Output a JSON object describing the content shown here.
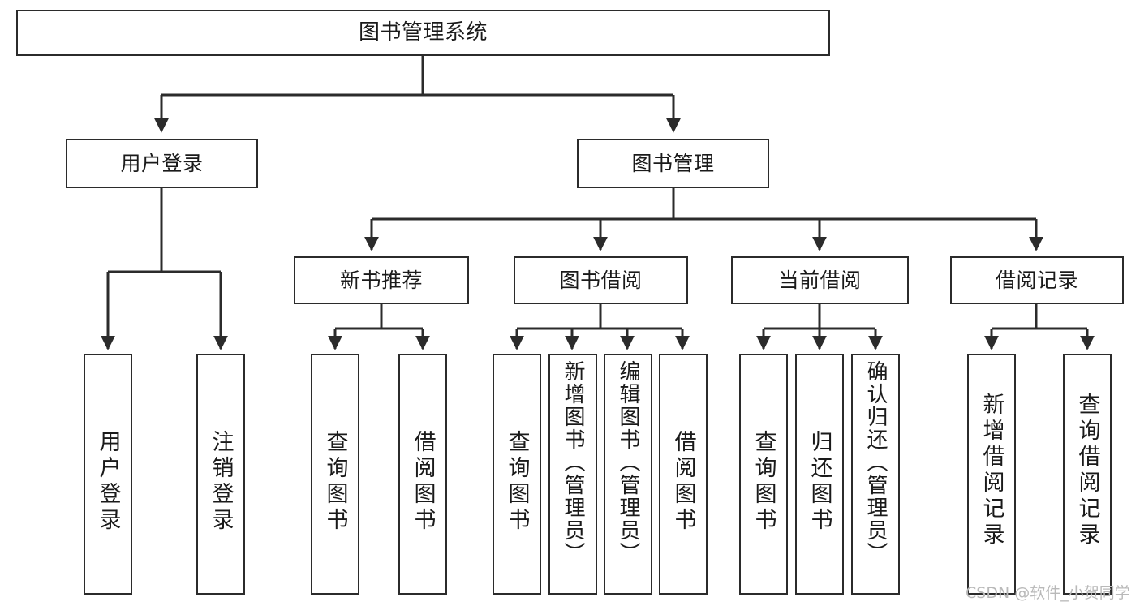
{
  "diagram": {
    "title": "图书管理系统",
    "type": "hierarchy-tree",
    "watermark": "CSDN @软件_小贺同学",
    "colors": {
      "background": "#ffffff",
      "box_border": "#2b2b2b",
      "box_fill": "#ffffff",
      "text": "#1a1a1a",
      "edge": "#2b2b2b",
      "watermark": "#b9b9b9"
    },
    "nodes": {
      "root": {
        "label": "图书管理系统"
      },
      "level2": [
        {
          "label": "用户登录"
        },
        {
          "label": "图书管理"
        }
      ],
      "level3": [
        {
          "label": "新书推荐"
        },
        {
          "label": "图书借阅"
        },
        {
          "label": "当前借阅"
        },
        {
          "label": "借阅记录"
        }
      ],
      "leaves": {
        "user_login": [
          {
            "label": "用户登录"
          },
          {
            "label": "注销登录"
          }
        ],
        "new_book": [
          {
            "label": "查询图书"
          },
          {
            "label": "借阅图书"
          }
        ],
        "book_borrow": [
          {
            "label": "查询图书"
          },
          {
            "label": "新增图书（管理员）"
          },
          {
            "label": "编辑图书（管理员）"
          },
          {
            "label": "借阅图书"
          }
        ],
        "current_borrow": [
          {
            "label": "查询图书"
          },
          {
            "label": "归还图书"
          },
          {
            "label": "确认归还（管理员）"
          }
        ],
        "borrow_record": [
          {
            "label": "新增借阅记录"
          },
          {
            "label": "查询借阅记录"
          }
        ]
      }
    }
  }
}
